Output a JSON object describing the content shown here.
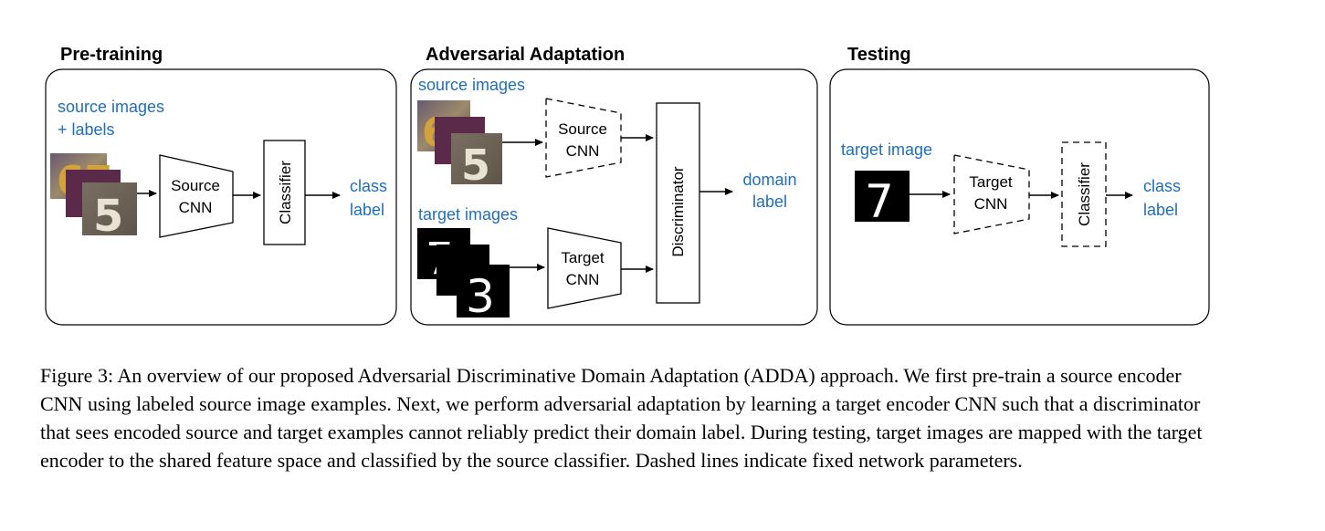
{
  "panels": {
    "pretraining": {
      "title": "Pre-training",
      "input_label_line1": "source images",
      "input_label_line2": "+ labels",
      "encoder_line1": "Source",
      "encoder_line2": "CNN",
      "classifier": "Classifier",
      "output_line1": "class",
      "output_line2": "label"
    },
    "adversarial": {
      "title": "Adversarial Adaptation",
      "source_label": "source images",
      "target_label": "target images",
      "source_encoder_line1": "Source",
      "source_encoder_line2": "CNN",
      "target_encoder_line1": "Target",
      "target_encoder_line2": "CNN",
      "discriminator": "Discriminator",
      "output_line1": "domain",
      "output_line2": "label"
    },
    "testing": {
      "title": "Testing",
      "input_label": "target image",
      "encoder_line1": "Target",
      "encoder_line2": "CNN",
      "classifier": "Classifier",
      "output_line1": "class",
      "output_line2": "label"
    }
  },
  "digits": {
    "svhn_front": "5",
    "svhn_back": "67",
    "mnist_back": "7",
    "mnist_front": "3",
    "mnist_test": "7"
  },
  "colors": {
    "label_blue": "#1f6fb8",
    "svhn_bg": "#8a7a8c",
    "mnist_bg": "#000000"
  },
  "caption": "Figure 3: An overview of our proposed Adversarial Discriminative Domain Adaptation (ADDA) approach. We first pre-train a source encoder CNN using labeled source image examples. Next, we perform adversarial adaptation by learning a target encoder CNN such that a discriminator that sees encoded source and target examples cannot reliably predict their domain label. During testing, target images are mapped with the target encoder to the shared feature space and classified by the source classifier. Dashed lines indicate fixed network parameters."
}
